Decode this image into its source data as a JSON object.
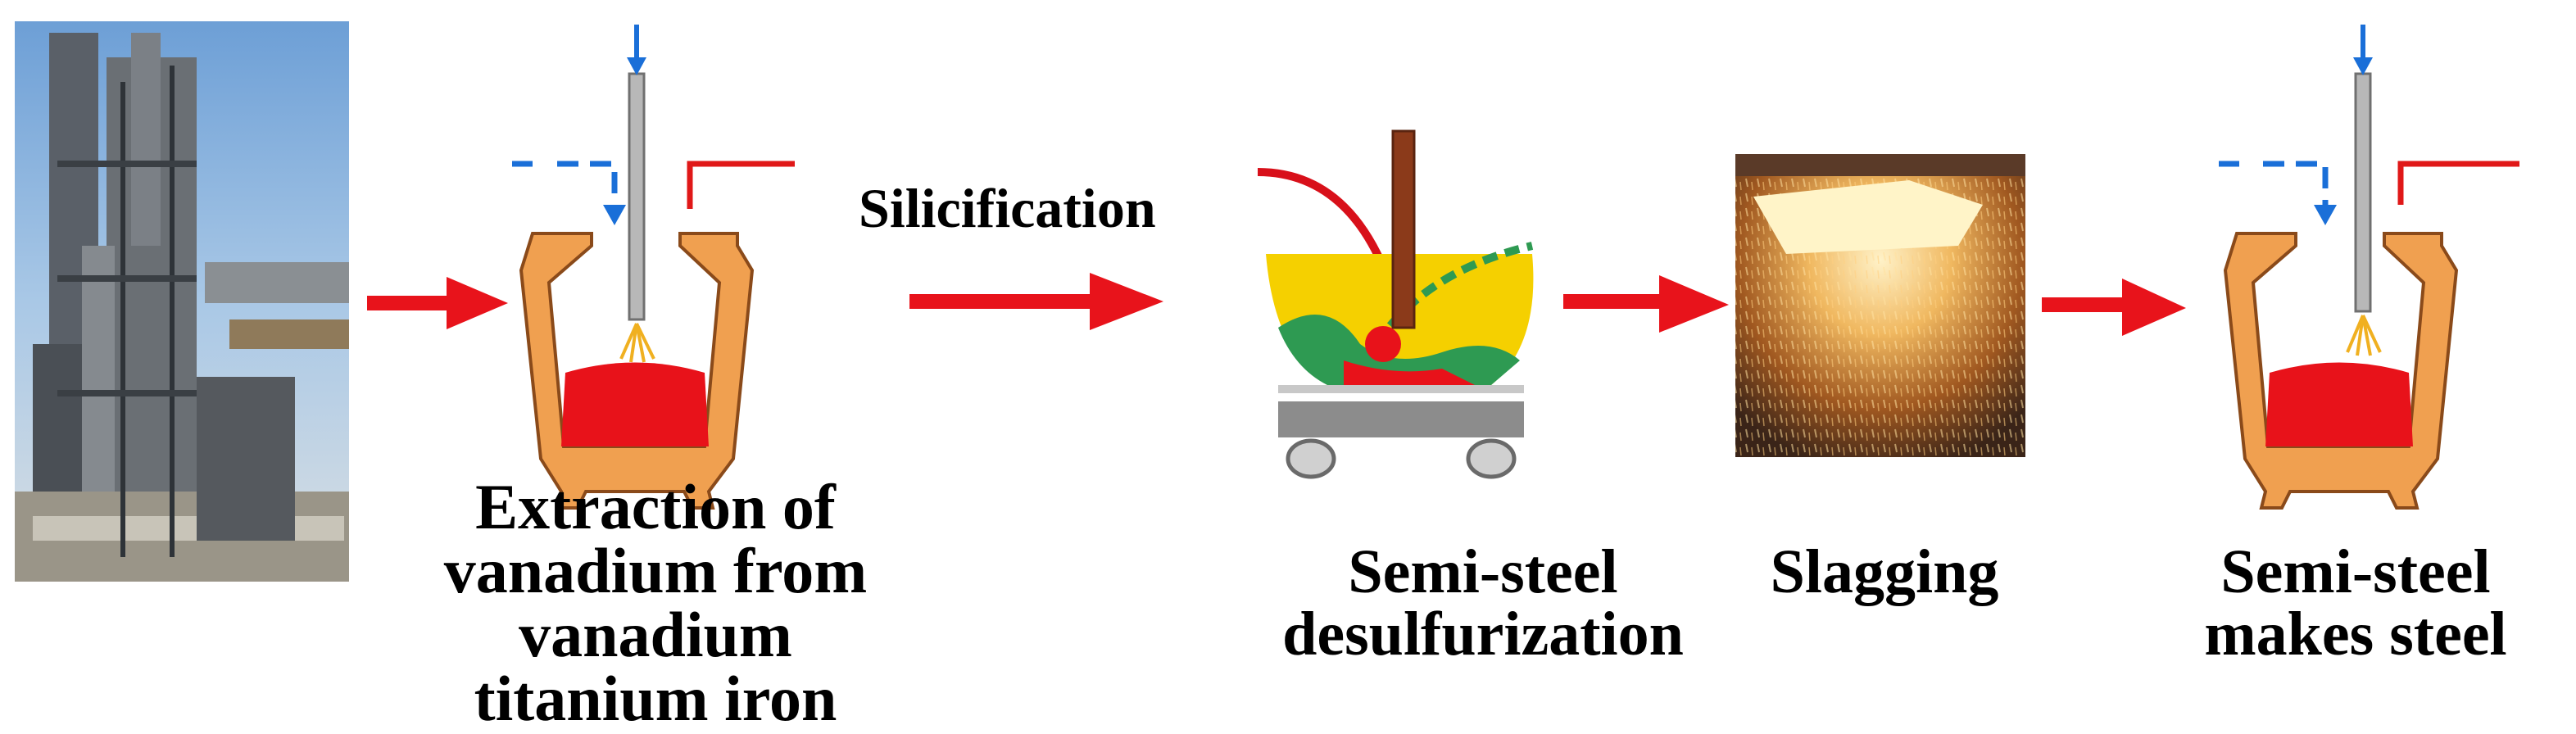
{
  "steps": [
    {
      "lines": [
        "Extraction of",
        "vanadium from",
        "vanadium",
        "titanium iron"
      ]
    },
    {
      "lines": [
        "Semi-steel",
        "desulfurization"
      ]
    },
    {
      "lines": [
        "Slagging"
      ]
    },
    {
      "lines": [
        "Semi-steel",
        "makes steel"
      ]
    }
  ],
  "arrow_label": "Silicification",
  "colors": {
    "arrow": "#e8131b",
    "hot_metal": "#e8121a",
    "vessel_wall": "#f0a050",
    "lance": "#b8b8b8",
    "flow_blue": "#1a6fd8",
    "flow_red": "#e01818",
    "slag_yellow": "#f5d000",
    "slag_green": "#2e9a52",
    "cart_gray": "#8c8c8c"
  },
  "icons": [
    "blast-furnace-photo",
    "converter-vessel-icon",
    "desulfurization-ladle-icon",
    "slagging-photo",
    "converter-vessel-icon"
  ]
}
